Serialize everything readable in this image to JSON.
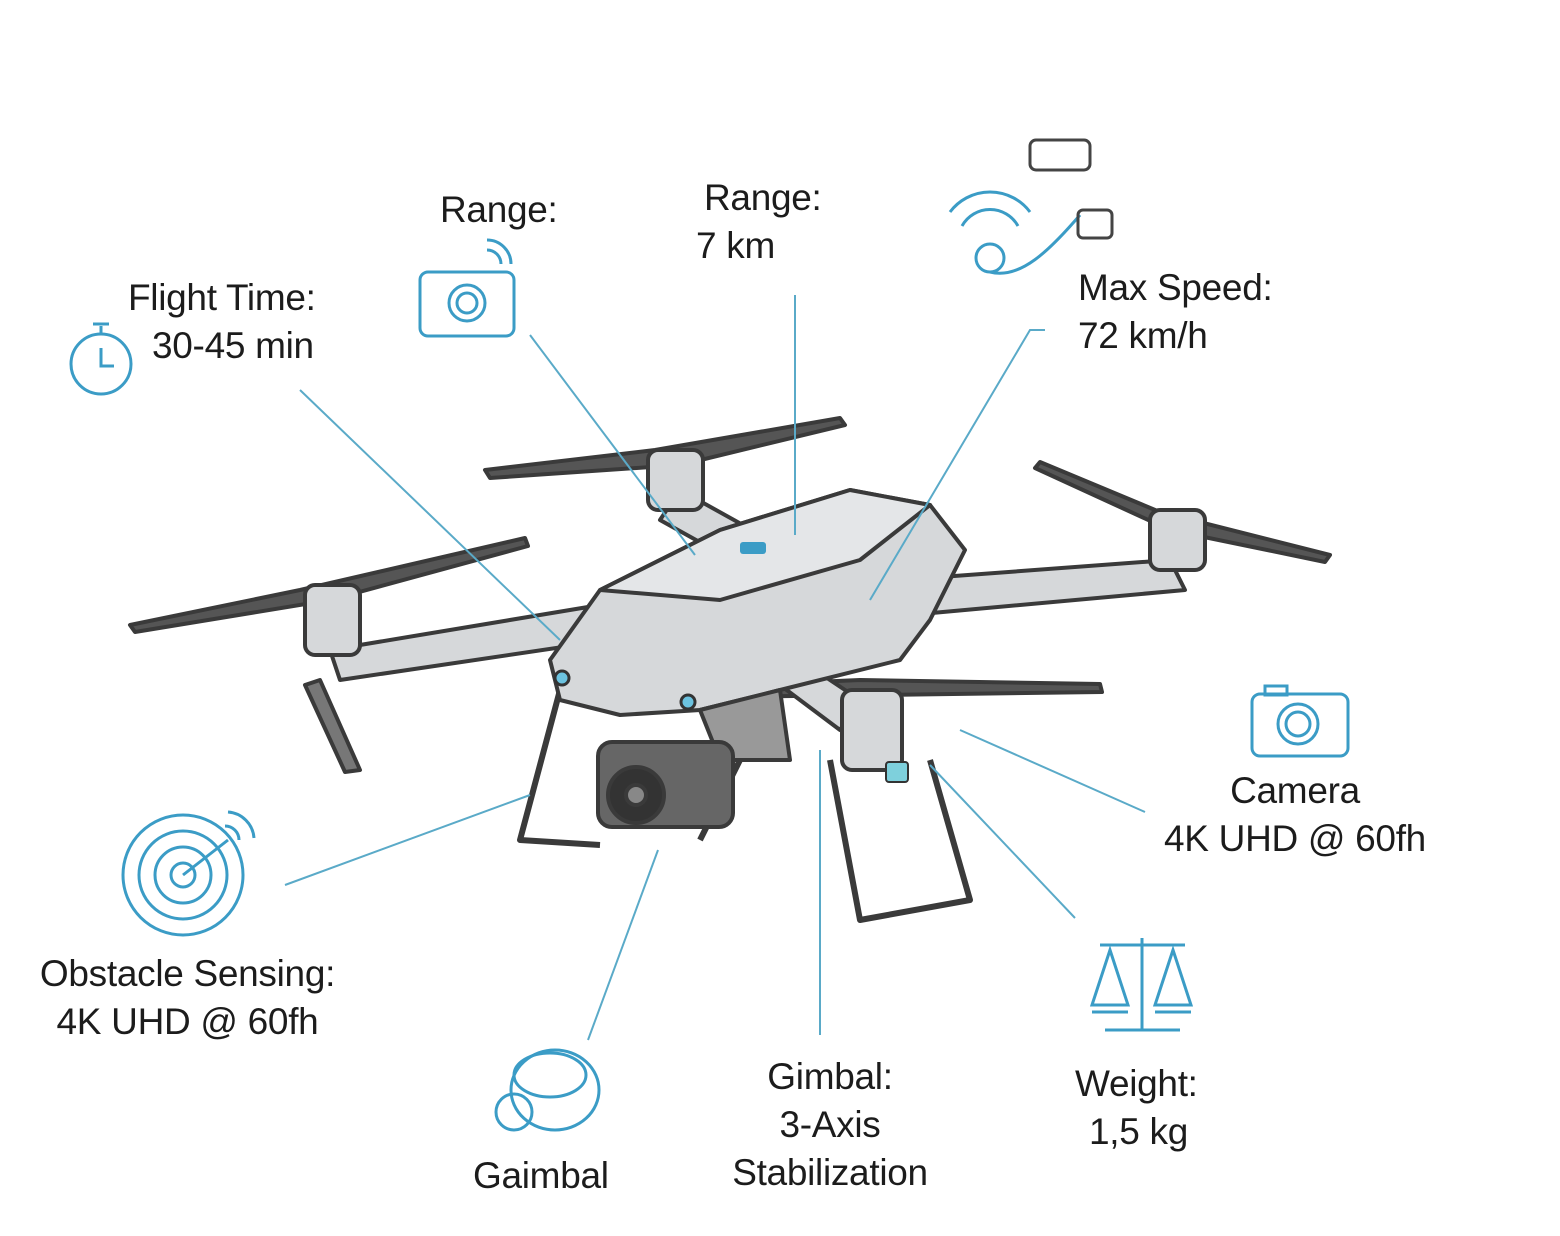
{
  "colors": {
    "accent": "#3b9cc6",
    "line": "#5aaac8",
    "drone_fill": "#d6d8da",
    "drone_stroke": "#3a3a3a"
  },
  "callouts": {
    "flight_time": {
      "title": "Flight Time:",
      "value": "30-45 min",
      "icon": "stopwatch-icon"
    },
    "range_a": {
      "title": "Range:",
      "icon": "camera-wireless-icon"
    },
    "range_b": {
      "title": "Range:",
      "value": "7 km"
    },
    "max_speed": {
      "title": "Max Speed:",
      "value": "72 km/h",
      "icon": "wifi-drone-icon"
    },
    "camera": {
      "title": "Camera",
      "value": "4K UHD @ 60fh",
      "icon": "camera-icon"
    },
    "obstacle": {
      "title": "Obstacle Sensing:",
      "value": "4K UHD @ 60fh",
      "icon": "radar-icon"
    },
    "gaimbal": {
      "title": "Gaimbal",
      "icon": "gimbal-icon"
    },
    "gimbal": {
      "title": "Gimbal:",
      "line2": "3-Axis",
      "line3": "Stabilization"
    },
    "weight": {
      "title": "Weight:",
      "value": "1,5 kg",
      "icon": "scale-icon"
    }
  }
}
